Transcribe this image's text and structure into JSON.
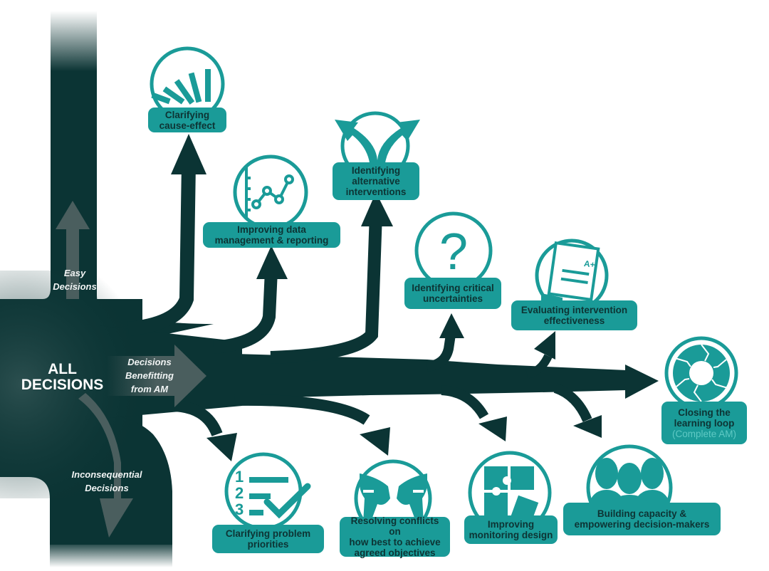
{
  "colors": {
    "trunk": "#0b3434",
    "teal": "#1a9b98",
    "label_text": "#0d3434",
    "flow_arrow": "#4a5e5e",
    "white": "#ffffff"
  },
  "root": {
    "title_line1": "ALL",
    "title_line2": "DECISIONS"
  },
  "flows": {
    "easy": {
      "line1": "Easy",
      "line2": "Decisions"
    },
    "benefitting": {
      "line1": "Decisions",
      "line2": "Benefitting",
      "line3": "from AM"
    },
    "inconsequential": {
      "line1": "Inconsequential",
      "line2": "Decisions"
    }
  },
  "nodes": [
    {
      "id": "cause-effect",
      "icon": "dominoes-icon",
      "line1": "Clarifying",
      "line2": "cause-effect"
    },
    {
      "id": "data-management",
      "icon": "line-chart-icon",
      "line1": "Improving data",
      "line2": "management & reporting"
    },
    {
      "id": "alternative-interventions",
      "icon": "split-arrows-icon",
      "line1": "Identifying",
      "line2": "alternative",
      "line3": "interventions"
    },
    {
      "id": "critical-uncertainties",
      "icon": "question-mark-icon",
      "line1": "Identifying critical",
      "line2": "uncertainties"
    },
    {
      "id": "intervention-effectiveness",
      "icon": "graded-paper-icon",
      "line1": "Evaluating intervention",
      "line2": "effectiveness",
      "grade": "A+"
    },
    {
      "id": "learning-loop",
      "icon": "cycle-icon",
      "line1": "Closing the",
      "line2": "learning loop",
      "line3": "(Complete AM)"
    },
    {
      "id": "problem-priorities",
      "icon": "numbered-checklist-icon",
      "line1": "Clarifying problem",
      "line2": "priorities",
      "numbers": [
        "1",
        "2",
        "3"
      ]
    },
    {
      "id": "resolving-conflicts",
      "icon": "handshake-icon",
      "line1": "Resolving conflicts on",
      "line2": "how best to achieve",
      "line3": "agreed objectives"
    },
    {
      "id": "monitoring-design",
      "icon": "puzzle-icon",
      "line1": "Improving",
      "line2": "monitoring design"
    },
    {
      "id": "building-capacity",
      "icon": "people-group-icon",
      "line1": "Building capacity &",
      "line2": "empowering decision-makers"
    }
  ]
}
